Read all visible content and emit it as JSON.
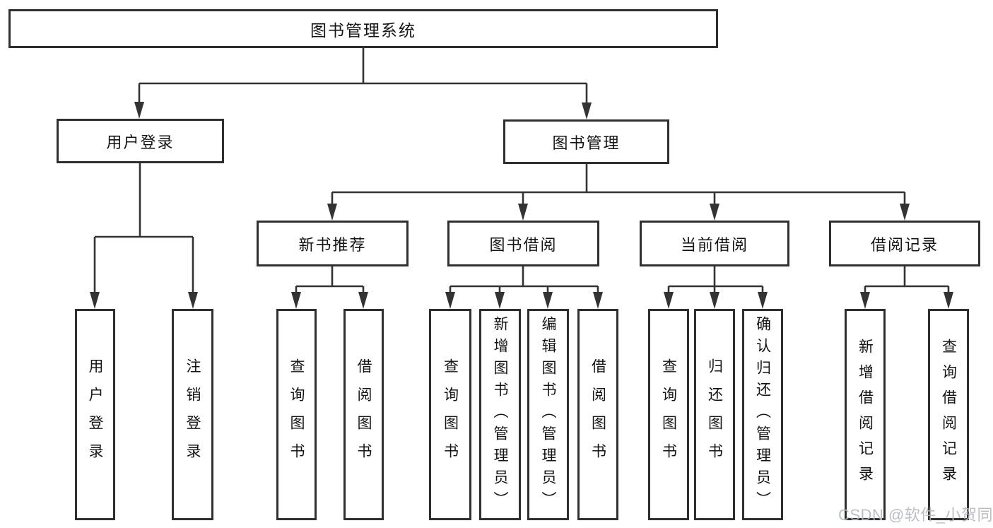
{
  "tree": {
    "label": "图书管理系统",
    "children": [
      {
        "label": "用户登录",
        "children": [
          {
            "label": "用户登录"
          },
          {
            "label": "注销登录"
          }
        ]
      },
      {
        "label": "图书管理",
        "children": [
          {
            "label": "新书推荐",
            "children": [
              {
                "label": "查询图书"
              },
              {
                "label": "借阅图书"
              }
            ]
          },
          {
            "label": "图书借阅",
            "children": [
              {
                "label": "查询图书"
              },
              {
                "label": "新增图书（管理员）"
              },
              {
                "label": "编辑图书（管理员）"
              },
              {
                "label": "借阅图书"
              }
            ]
          },
          {
            "label": "当前借阅",
            "children": [
              {
                "label": "查询图书"
              },
              {
                "label": "归还图书"
              },
              {
                "label": "确认归还（管理员）"
              }
            ]
          },
          {
            "label": "借阅记录",
            "children": [
              {
                "label": "新增借阅记录"
              },
              {
                "label": "查询借阅记录"
              }
            ]
          }
        ]
      }
    ]
  },
  "watermark": "CSDN @软件_小贺同学",
  "colors": {
    "line": "#333333",
    "border": "#2f2f2f",
    "text": "#141414",
    "watermark": "#b5b9bf",
    "background": "#ffffff"
  }
}
